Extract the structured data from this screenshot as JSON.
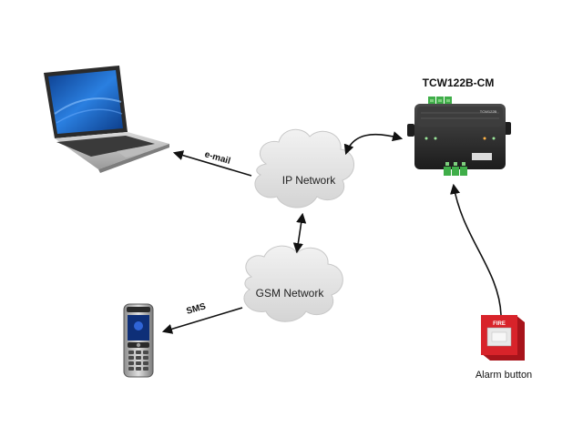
{
  "device_title": "TCW122B-CM",
  "clouds": {
    "ip": "IP Network",
    "gsm": "GSM Network"
  },
  "links": {
    "email": "e-mail",
    "sms": "SMS"
  },
  "alarm_label": "Alarm button",
  "device_panel": {
    "brand": "TCW122B",
    "fire_label": "FIRE"
  },
  "colors": {
    "arrow": "#111111",
    "cloud_fill": "#e6e6e6",
    "device_body": "#2e2e2e",
    "terminal_green": "#3fae49",
    "alarm_red": "#d8232a",
    "laptop_screen": "#1f63c6"
  }
}
